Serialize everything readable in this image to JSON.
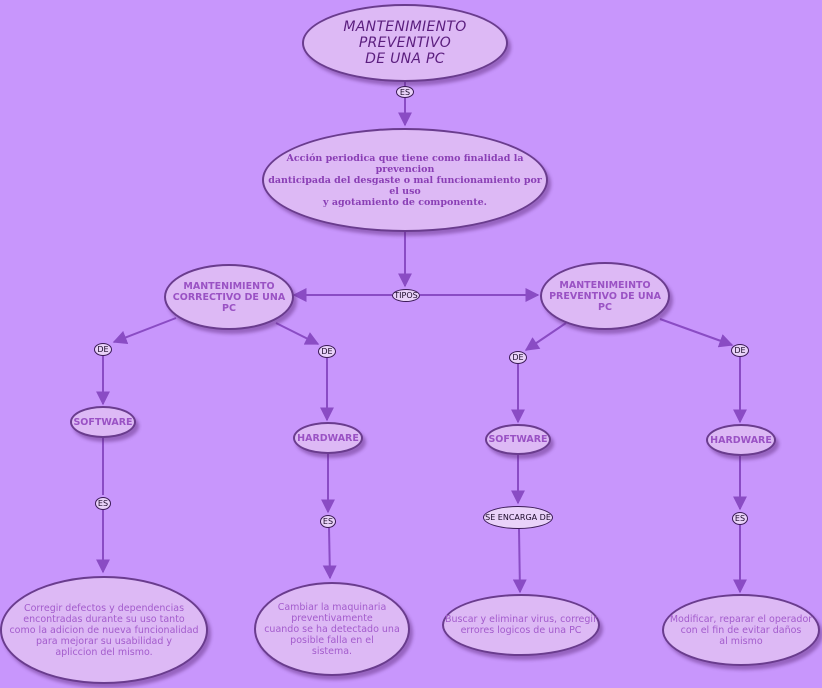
{
  "title": "MANTENIMIENTO PREVENTIVO\nDE UNA PC",
  "definition": "Acción periodica que tiene como finalidad la prevencion\ndanticipada del desgaste o mal funcionamiento por el uso\ny agotamiento de componente.",
  "types": {
    "corrective": "MANTENIMIENTO\nCORRECTIVO DE UNA\nPC",
    "preventive": "MANTENIMEINTO\nPREVENTIVO DE UNA\nPC"
  },
  "components": {
    "software_corrective": "SOFTWARE",
    "hardware_corrective": "HARDWARE",
    "software_preventive": "SOFTWARE",
    "hardware_preventive": "HARDWARE"
  },
  "descriptions": {
    "software_corrective": "Corregir defectos y dependencias\nencontradas durante su uso tanto\ncomo la adicion de nueva funcionalidad\npara mejorar su usabilidad y\napliccion del mismo.",
    "hardware_corrective": "Cambiar la maquinaria\npreventivamente\ncuando se ha detectado una\nposible falla en el\nsistema.",
    "software_preventive": "Buscar y eliminar virus, corregir\nerrores logicos de una PC",
    "hardware_preventive": "Modificar, reparar el operador\ncon el fin de evitar daños\nal mismo"
  },
  "links": {
    "es": "ES",
    "tipos": "TIPOS",
    "de": "DE",
    "se_encarga_de": "SE ENCARGA DE"
  },
  "colors": {
    "background": "#c896fc",
    "node_fill": "#ddb9f5",
    "node_border": "#6a3c8e",
    "arrow": "#8a4cc4",
    "node_text": "#9a52c4",
    "title_text": "#5b1e7e"
  }
}
